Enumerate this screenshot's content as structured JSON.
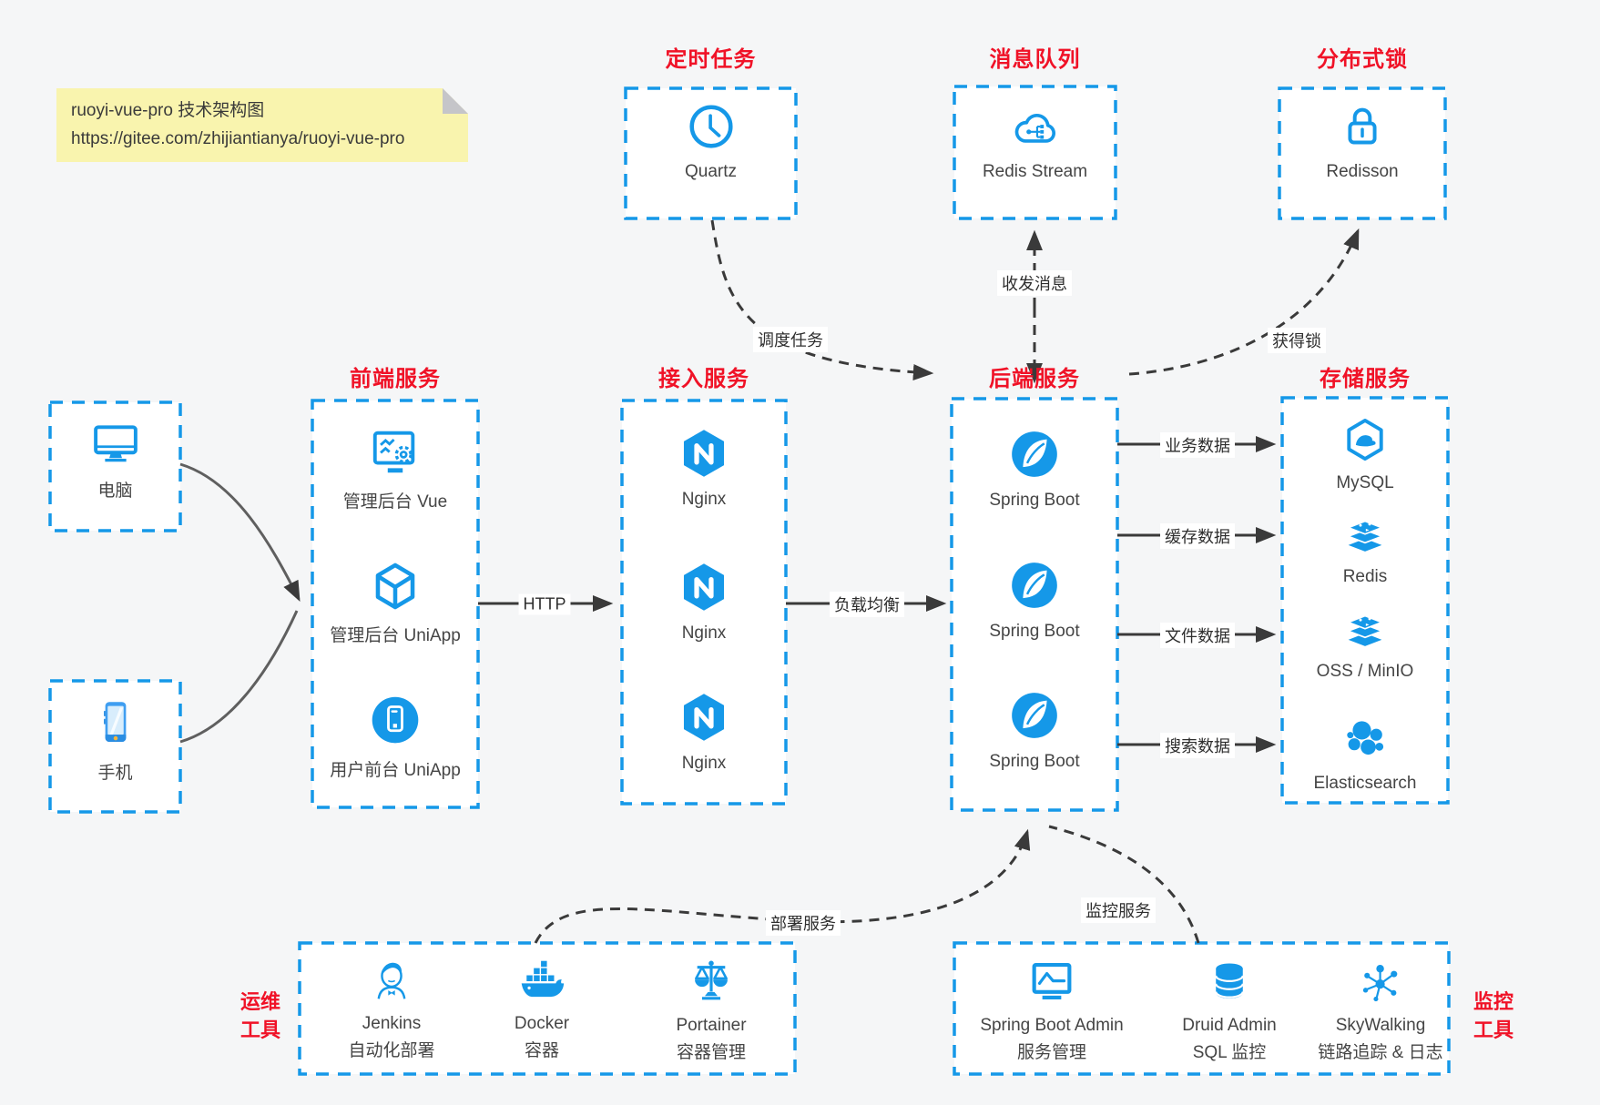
{
  "colors": {
    "accent": "#1598e8",
    "red": "#f01227",
    "bg": "#f5f6f7",
    "note_bg": "#f9f4ae",
    "fold": "#c5c5c9",
    "line": "#3a3a3a",
    "label_ink": "#454545"
  },
  "note": {
    "title": "ruoyi-vue-pro 技术架构图",
    "url": "https://gitee.com/zhijiantianya/ruoyi-vue-pro"
  },
  "groups": {
    "scheduled": {
      "title": "定时任务",
      "items": [
        {
          "icon": "clock-icon",
          "label": "Quartz"
        }
      ]
    },
    "mq": {
      "title": "消息队列",
      "items": [
        {
          "icon": "cloud-stream-icon",
          "label": "Redis Stream"
        }
      ]
    },
    "lock": {
      "title": "分布式锁",
      "items": [
        {
          "icon": "lock-icon",
          "label": "Redisson"
        }
      ]
    },
    "clients": {
      "items": [
        {
          "icon": "desktop-icon",
          "label": "电脑"
        },
        {
          "icon": "smartphone-icon",
          "label": "手机"
        }
      ]
    },
    "frontend": {
      "title": "前端服务",
      "items": [
        {
          "icon": "admin-vue-icon",
          "label": "管理后台 Vue"
        },
        {
          "icon": "uniapp-cube-icon",
          "label": "管理后台 UniApp"
        },
        {
          "icon": "user-app-icon",
          "label": "用户前台 UniApp"
        }
      ]
    },
    "gateway": {
      "title": "接入服务",
      "items": [
        {
          "icon": "nginx-icon",
          "label": "Nginx"
        },
        {
          "icon": "nginx-icon",
          "label": "Nginx"
        },
        {
          "icon": "nginx-icon",
          "label": "Nginx"
        }
      ]
    },
    "backend": {
      "title": "后端服务",
      "items": [
        {
          "icon": "springboot-icon",
          "label": "Spring Boot"
        },
        {
          "icon": "springboot-icon",
          "label": "Spring Boot"
        },
        {
          "icon": "springboot-icon",
          "label": "Spring Boot"
        }
      ]
    },
    "storage": {
      "title": "存储服务",
      "items": [
        {
          "icon": "mysql-icon",
          "label": "MySQL"
        },
        {
          "icon": "redis-icon",
          "label": "Redis"
        },
        {
          "icon": "oss-icon",
          "label": "OSS / MinIO"
        },
        {
          "icon": "elasticsearch-icon",
          "label": "Elasticsearch"
        }
      ]
    },
    "ops": {
      "side_label_line1": "运维",
      "side_label_line2": "工具",
      "items": [
        {
          "icon": "jenkins-icon",
          "label": "Jenkins",
          "sublabel": "自动化部署"
        },
        {
          "icon": "docker-icon",
          "label": "Docker",
          "sublabel": "容器"
        },
        {
          "icon": "portainer-icon",
          "label": "Portainer",
          "sublabel": "容器管理"
        }
      ]
    },
    "monitoring": {
      "side_label_line1": "监控",
      "side_label_line2": "工具",
      "items": [
        {
          "icon": "springboot-admin-icon",
          "label": "Spring Boot Admin",
          "sublabel": "服务管理"
        },
        {
          "icon": "druid-icon",
          "label": "Druid Admin",
          "sublabel": "SQL 监控"
        },
        {
          "icon": "skywalking-icon",
          "label": "SkyWalking",
          "sublabel": "链路追踪 & 日志"
        }
      ]
    }
  },
  "edges": {
    "http": "HTTP",
    "load_balance": "负载均衡",
    "business_data": "业务数据",
    "cache_data": "缓存数据",
    "file_data": "文件数据",
    "search_data": "搜索数据",
    "schedule_task": "调度任务",
    "send_receive_message": "收发消息",
    "acquire_lock": "获得锁",
    "deploy_service": "部署服务",
    "monitor_service": "监控服务"
  }
}
